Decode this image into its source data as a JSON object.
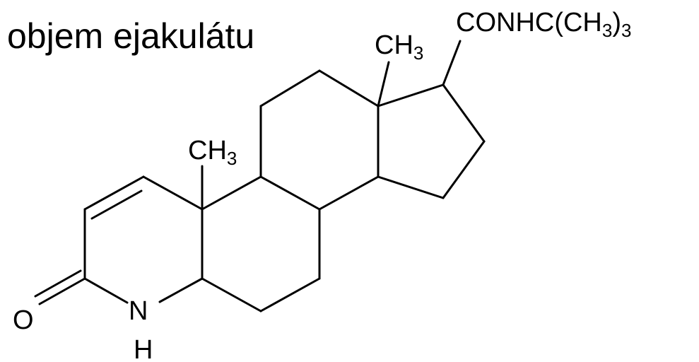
{
  "caption": "objem ejakulátu",
  "structure": {
    "methyl_18_label": "CH",
    "methyl_18_sub": "3",
    "methyl_19_label": "CH",
    "methyl_19_sub": "3",
    "side_chain_prefix": "CONHC(CH",
    "side_chain_sub_inner": "3",
    "side_chain_paren": ")",
    "side_chain_sub_outer": "3",
    "oxygen_label": "O",
    "nitrogen_label": "N",
    "nitrogen_h_label": "H"
  }
}
